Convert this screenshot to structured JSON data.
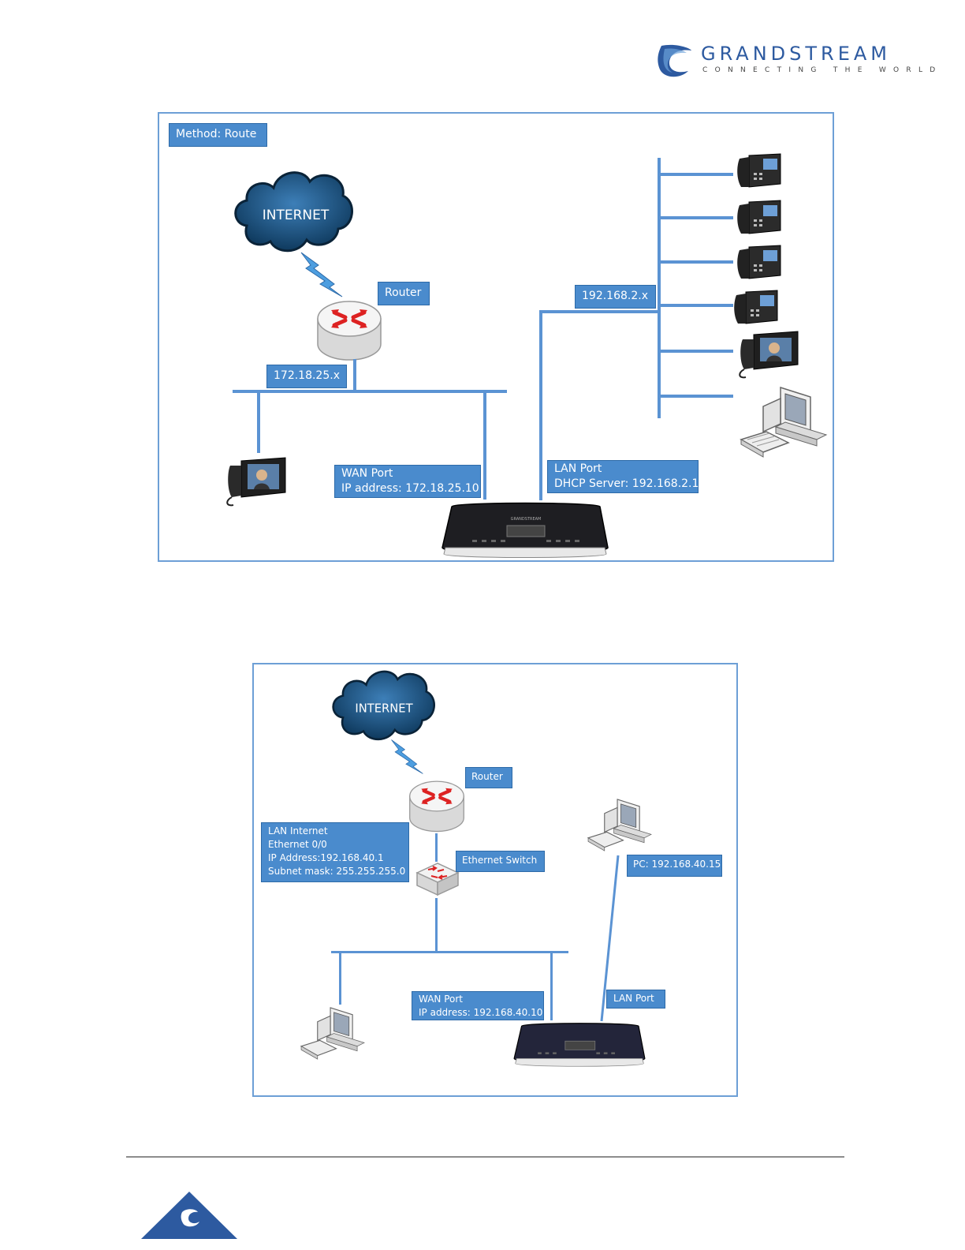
{
  "header": {
    "brand_name": "GRANDSTREAM",
    "brand_tagline": "CONNECTING THE WORLD",
    "brand_color": "#2d5aa0"
  },
  "diagram1": {
    "method_label": "Method: Route",
    "cloud_label": "INTERNET",
    "router_label": "Router",
    "wan_subnet_label": "172.18.25.x",
    "lan_subnet_label": "192.168.2.x",
    "wan_port": {
      "line1": "WAN Port",
      "line2": "IP address: 172.18.25.10"
    },
    "lan_port": {
      "line1": "LAN Port",
      "line2": "DHCP Server: 192.168.2.1"
    },
    "device_brand": "GRANDSTREAM"
  },
  "diagram2": {
    "cloud_label": "INTERNET",
    "router_label": "Router",
    "router_info": {
      "line1": "LAN Internet",
      "line2": "Ethernet 0/0",
      "line3": "IP Address:192.168.40.1",
      "line4": "Subnet mask: 255.255.255.0"
    },
    "switch_label": "Ethernet Switch",
    "pc_label": "PC: 192.168.40.15",
    "wan_port": {
      "line1": "WAN Port",
      "line2": "IP address: 192.168.40.10"
    },
    "lan_port_label": "LAN Port"
  },
  "colors": {
    "label_fill": "#4a8bcd",
    "line": "#5b93d3",
    "frame": "#6d9fd6"
  }
}
